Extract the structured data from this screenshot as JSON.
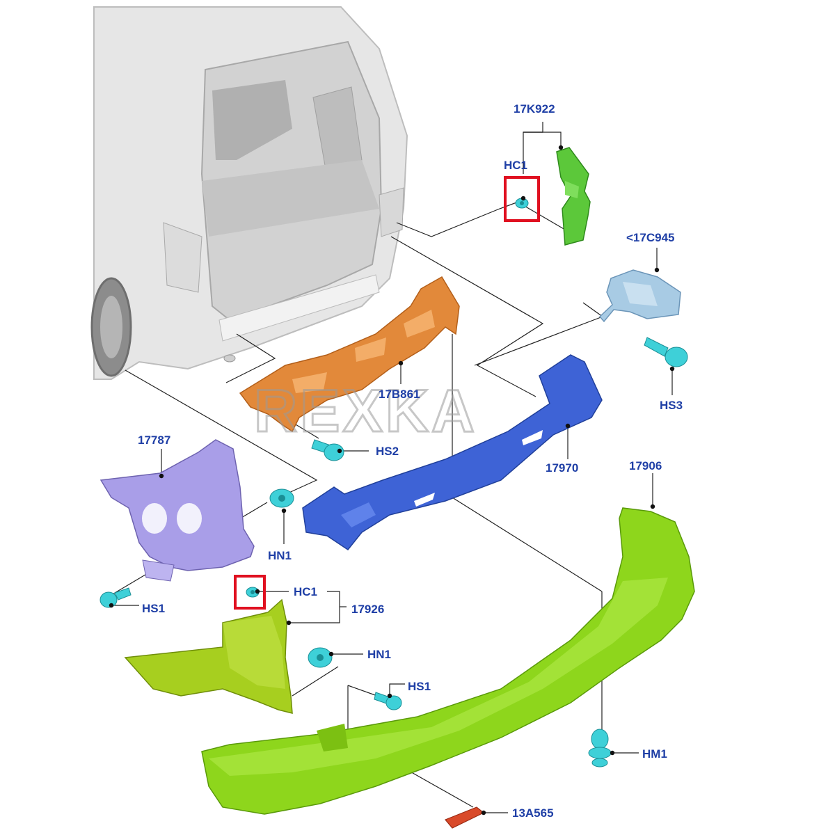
{
  "watermark": "REXKA",
  "labels": {
    "p17K922": "17K922",
    "hc1_top": "HC1",
    "p17C945": "<17C945",
    "hs3": "HS3",
    "p17B861": "17B861",
    "hs2": "HS2",
    "p17787": "17787",
    "p17970": "17970",
    "p17906": "17906",
    "hn1_top": "HN1",
    "hs1_left": "HS1",
    "hc1_mid": "HC1",
    "p17926": "17926",
    "hn1_low": "HN1",
    "hs1_low": "HS1",
    "hm1": "HM1",
    "p13A565": "13A565"
  },
  "colors": {
    "label": "#1f3fa6",
    "highlight": "#e01020",
    "bracket_17K922": "#5cc83a",
    "reinforcement_17B861": "#e2893a",
    "beam_17970": "#3e63d6",
    "bracket_17787": "#a99ee8",
    "bracket_17C945": "#a8cbe4",
    "bumper_cover_17906": "#8ed61c",
    "corner_17926": "#a7cf1f",
    "fasteners": "#3ed0d8",
    "reflector_13A565": "#d94a2a",
    "vehicle_body": "#e8e8e8"
  }
}
